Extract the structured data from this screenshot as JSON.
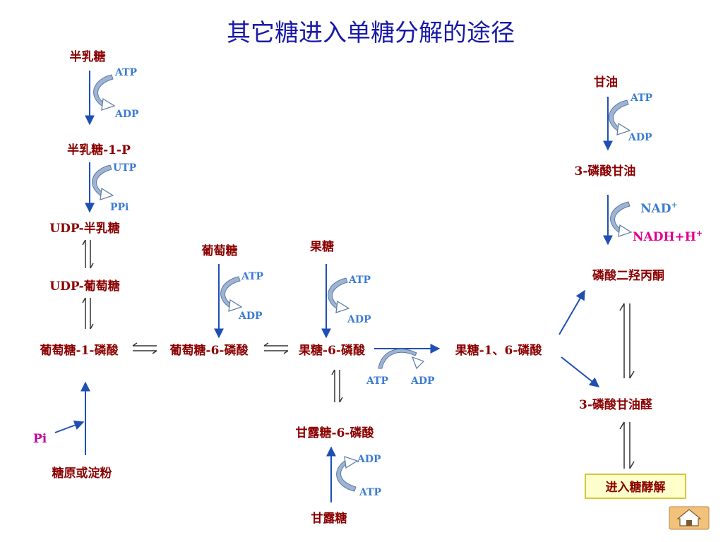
{
  "title": "其它糖进入单糖分解的途径",
  "nodes": {
    "galactose": "半乳糖",
    "galactose_1p": "半乳糖-1-P",
    "udp_galactose": "UDP-半乳糖",
    "udp_glucose": "UDP-葡萄糖",
    "glucose_1p": "葡萄糖-1-磷酸",
    "glycogen": "糖原或淀粉",
    "glucose": "葡萄糖",
    "glucose_6p": "葡萄糖-6-磷酸",
    "fructose": "果糖",
    "fructose_6p": "果糖-6-磷酸",
    "mannose_6p": "甘露糖-6-磷酸",
    "mannose": "甘露糖",
    "fructose_16bp": "果糖-1、6-磷酸",
    "glycerol": "甘油",
    "glycerol_3p": "3-磷酸甘油",
    "dhap": "磷酸二羟丙酮",
    "g3p": "3-磷酸甘油醛",
    "glycolysis": "进入糖酵解"
  },
  "cofactors": {
    "atp": "ATP",
    "adp": "ADP",
    "utp": "UTP",
    "ppi": "PPi",
    "pi": "Pi",
    "nad": "NAD",
    "nadh": "NADH+H",
    "plus": "+"
  },
  "icons": {
    "home": "home-icon"
  },
  "colors": {
    "title": "#1a1aa8",
    "node": "#8B0000",
    "cofactor": "#3a7bd5",
    "nadh": "#e0008c",
    "arrow": "#1f4fb5"
  }
}
